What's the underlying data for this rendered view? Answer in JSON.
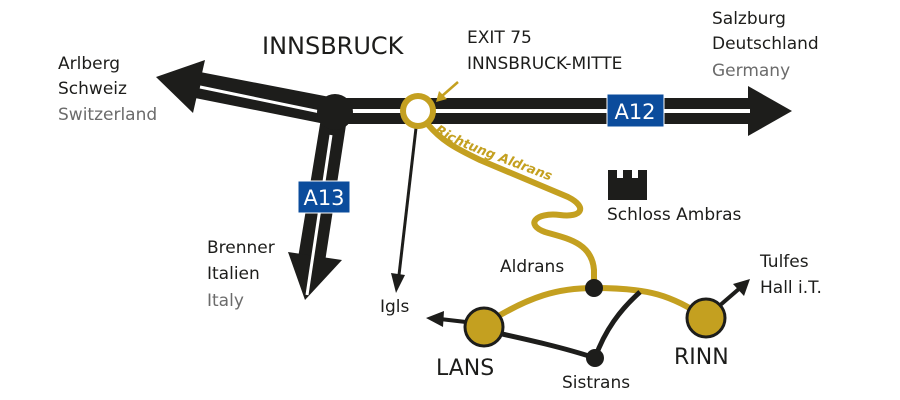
{
  "colors": {
    "road": "#1d1d1b",
    "gold": "#c4a020",
    "badge": "#0b4c9c"
  },
  "city": "INNSBRUCK",
  "exit": {
    "line1": "EXIT 75",
    "line2": "INNSBRUCK-MITTE"
  },
  "east": {
    "line1": "Salzburg",
    "line2": "Deutschland",
    "line3": "Germany"
  },
  "west": {
    "line1": "Arlberg",
    "line2": "Schweiz",
    "line3": "Switzerland"
  },
  "south": {
    "line1": "Brenner",
    "line2": "Italien",
    "line3": "Italy"
  },
  "highways": {
    "a12": "A12",
    "a13": "A13"
  },
  "route_label": "Richtung Aldrans",
  "places": {
    "igls": "Igls",
    "aldrans": "Aldrans",
    "schloss": "Schloss Ambras",
    "tulfes": "Tulfes",
    "hall": "Hall i.T.",
    "lans": "LANS",
    "sistrans": "Sistrans",
    "rinn": "RINN"
  },
  "icons": {
    "castle": "castle-icon"
  }
}
